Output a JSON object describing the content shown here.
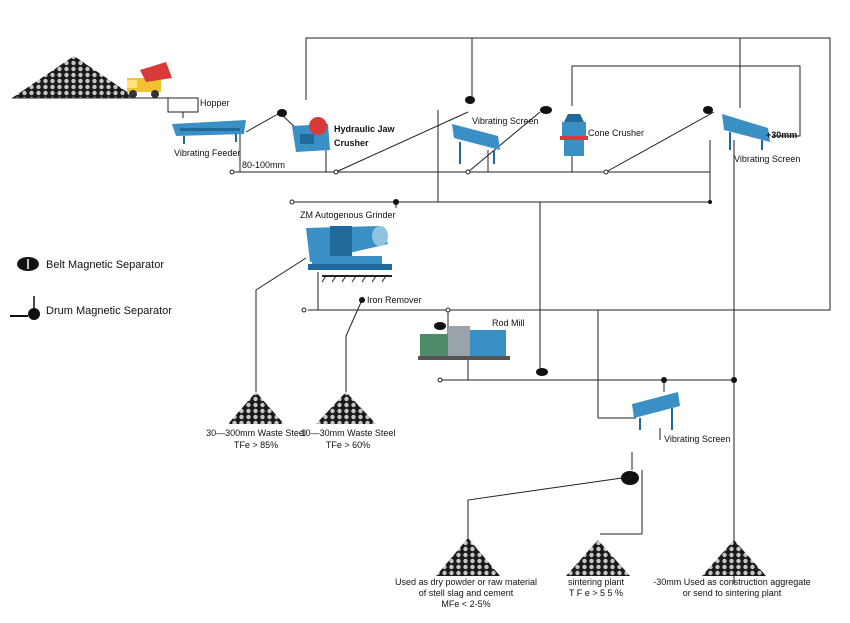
{
  "labels": {
    "hopper": "Hopper",
    "vibrating_feeder": "Vibrating Feeder",
    "size_feed": "80-100mm",
    "jaw_crusher_1": "Hydraulic Jaw",
    "jaw_crusher_2": "Crusher",
    "vibrating_screen_1": "Vibrating Screen",
    "cone_crusher": "Cone Crusher",
    "plus_30": "+30mm",
    "vibrating_screen_2": "Vibrating Screen",
    "autogenous_grinder": "ZM Autogenous Grinder",
    "iron_remover": "Iron Remover",
    "rod_mill": "Rod Mill",
    "vibrating_screen_3": "Vibrating Screen"
  },
  "legend": {
    "belt": "Belt Magnetic Separator",
    "drum": "Drum Magnetic Separator"
  },
  "products": {
    "waste_steel_large": "30—300mm Waste Steel",
    "waste_steel_large_grade": "TFe > 85%",
    "waste_steel_small": "10—30mm Waste Steel",
    "waste_steel_small_grade": "TFe > 60%",
    "dry_powder_1": "Used as dry powder or raw material",
    "dry_powder_2": "of stell slag and cement",
    "dry_powder_grade": "MFe < 2-5%",
    "sintering": "sintering plant",
    "sintering_grade": "T F e > 5 5 %",
    "aggregate_1": "-30mm Used as construction aggregate",
    "aggregate_2": "or send to sintering plant"
  },
  "colors": {
    "equipment": "#3a8fc4",
    "equipment_dark": "#1f6a9a",
    "crusher_red": "#d83a3a",
    "truck_yellow": "#f2c230",
    "mill_gray": "#9aa3a8",
    "mill_green": "#4f8a6a",
    "line": "#222222"
  }
}
